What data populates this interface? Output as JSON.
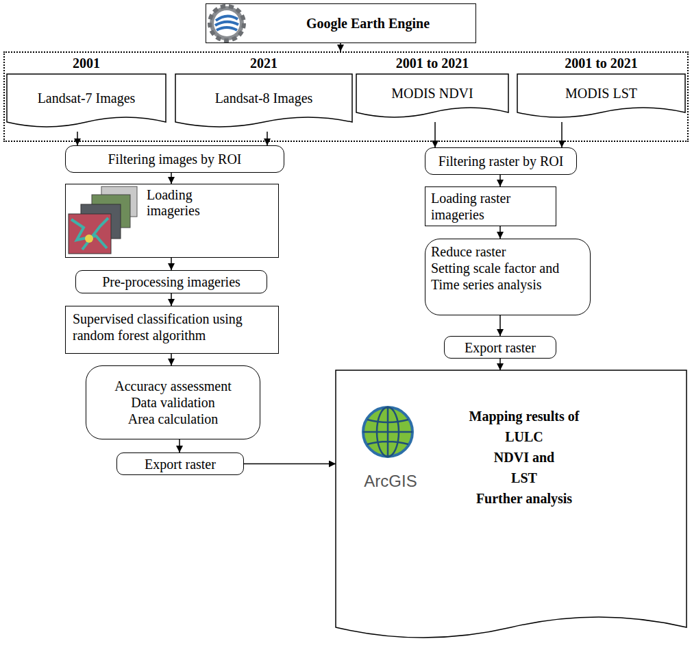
{
  "diagram": {
    "nodes": [
      {
        "text": [
          "Google Earth Engine"
        ]
      },
      {
        "text": []
      },
      {
        "text": [
          "2001",
          "Landsat-7 Images"
        ],
        "in": 1
      },
      {
        "text": [
          "2021",
          "Landsat-8 Images"
        ],
        "in": 1
      },
      {
        "text": [
          "2001 to 2021",
          "MODIS NDVI"
        ],
        "in": 1
      },
      {
        "text": [
          "2001 to 2021",
          "MODIS LST"
        ],
        "in": 1
      },
      {
        "text": [
          "Filtering images by ROI"
        ]
      },
      {
        "text": [
          "Loading imageries"
        ]
      },
      {
        "text": [
          "Pre-processing imageries"
        ]
      },
      {
        "text": [
          "Supervised classification using random forest algorithm"
        ]
      },
      {
        "text": [
          "Accuracy assessment",
          "Data validation",
          "Area calculation"
        ]
      },
      {
        "text": [
          "Export raster"
        ]
      },
      {
        "text": [
          "Filtering raster by ROI"
        ]
      },
      {
        "text": [
          "Loading raster imageries"
        ]
      },
      {
        "text": [
          "Reduce raster",
          "Setting scale factor and Time series analysis"
        ]
      },
      {
        "text": [
          "Export raster"
        ]
      },
      {
        "text": [
          "ArcGIS",
          "Mapping results of",
          "LULC",
          "NDVI and",
          "LST",
          "Further analysis"
        ]
      }
    ],
    "edges": [
      {
        "from": 0,
        "to": 1,
        "arrow": "to"
      },
      {
        "from": 2,
        "to": 6,
        "arrow": "to"
      },
      {
        "from": 3,
        "to": 6,
        "arrow": "to"
      },
      {
        "from": 4,
        "to": 12,
        "arrow": "to"
      },
      {
        "from": 5,
        "to": 12,
        "arrow": "to"
      },
      {
        "from": 6,
        "to": 7,
        "arrow": "to"
      },
      {
        "from": 7,
        "to": 8,
        "arrow": "to"
      },
      {
        "from": 8,
        "to": 9,
        "arrow": "to"
      },
      {
        "from": 9,
        "to": 10,
        "arrow": "to"
      },
      {
        "from": 10,
        "to": 11,
        "arrow": "to"
      },
      {
        "from": 11,
        "to": 16,
        "arrow": "to"
      },
      {
        "from": 12,
        "to": 13,
        "arrow": "to"
      },
      {
        "from": 13,
        "to": 14,
        "arrow": "to"
      },
      {
        "from": 14,
        "to": 15,
        "arrow": "to"
      },
      {
        "from": 15,
        "to": 16,
        "arrow": "to"
      }
    ]
  }
}
